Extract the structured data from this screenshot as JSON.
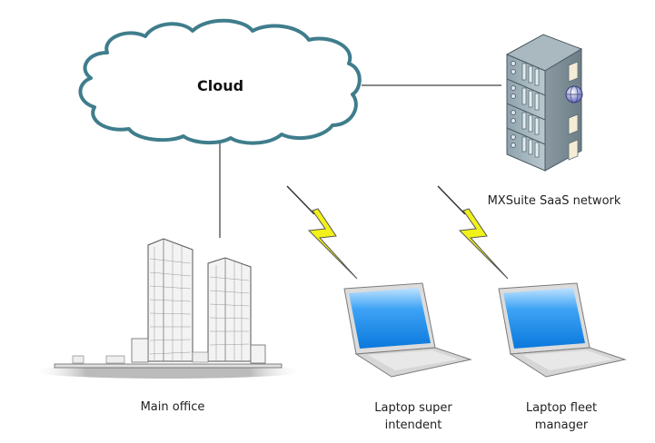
{
  "diagram": {
    "type": "network-diagram",
    "nodes": [
      {
        "id": "cloud",
        "label": "Cloud",
        "icon": "cloud-icon"
      },
      {
        "id": "saas",
        "label": "MXSuite SaaS network",
        "icon": "server-rack-icon"
      },
      {
        "id": "office",
        "label": "Main office",
        "icon": "office-buildings-icon"
      },
      {
        "id": "laptop1",
        "label_line1": "Laptop super",
        "label_line2": "intendent",
        "icon": "laptop-icon"
      },
      {
        "id": "laptop2",
        "label_line1": "Laptop fleet",
        "label_line2": "manager",
        "icon": "laptop-icon"
      }
    ],
    "connections": [
      {
        "from": "cloud",
        "to": "saas",
        "kind": "wired"
      },
      {
        "from": "cloud",
        "to": "office",
        "kind": "wired"
      },
      {
        "from": "laptop1",
        "to": "cloud",
        "kind": "wireless"
      },
      {
        "from": "laptop2",
        "to": "cloud",
        "kind": "wireless"
      }
    ],
    "colors": {
      "cloud_stroke": "#3f7d8c",
      "lightning_fill": "#f2f21a",
      "screen_blue": "#1e90e8",
      "laptop_body": "#d9d9d9"
    }
  }
}
